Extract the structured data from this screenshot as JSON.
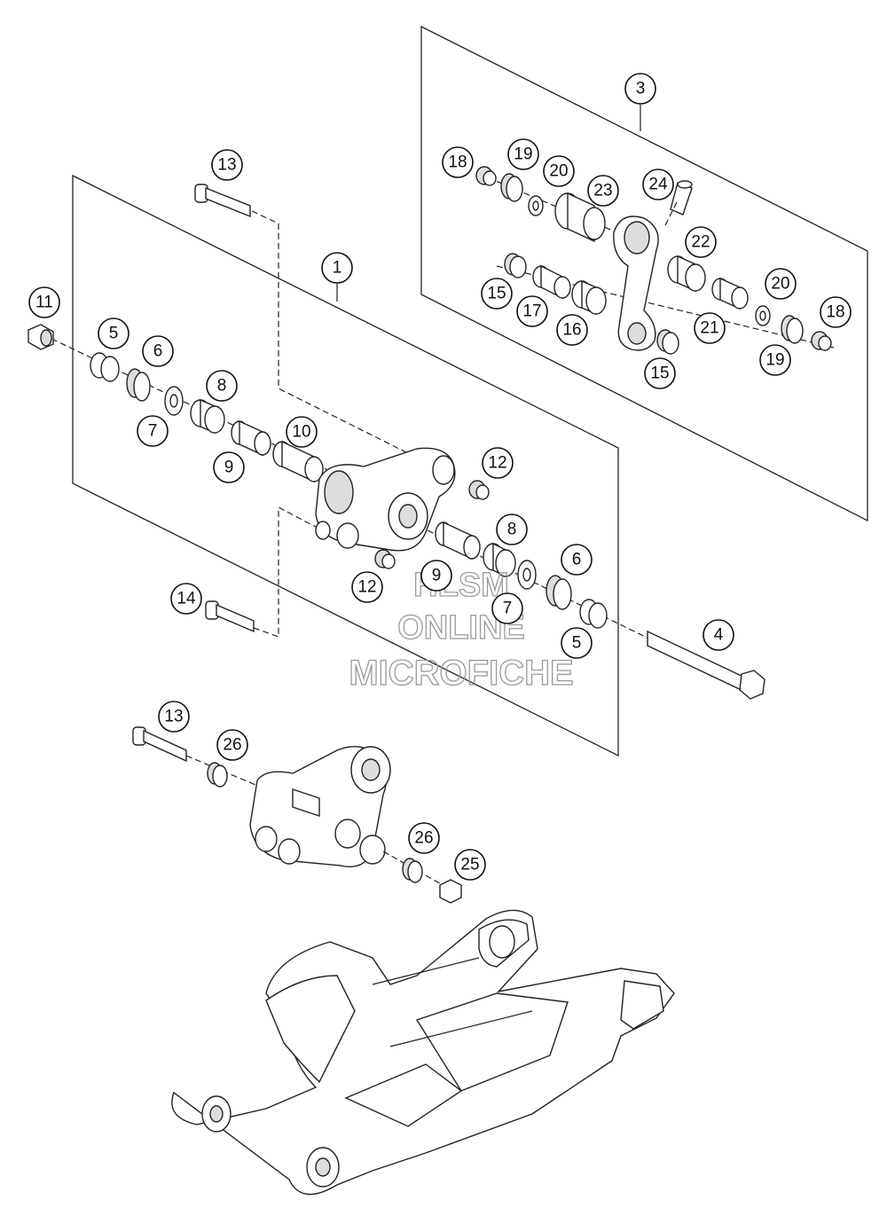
{
  "watermark": {
    "line1": "HLSM",
    "line2": "ONLINE",
    "line3": "MICROFICHE"
  },
  "callouts": [
    {
      "id": "c1",
      "label": "1"
    },
    {
      "id": "c3",
      "label": "3"
    },
    {
      "id": "c4",
      "label": "4"
    },
    {
      "id": "c5a",
      "label": "5"
    },
    {
      "id": "c5b",
      "label": "5"
    },
    {
      "id": "c6a",
      "label": "6"
    },
    {
      "id": "c6b",
      "label": "6"
    },
    {
      "id": "c7a",
      "label": "7"
    },
    {
      "id": "c7b",
      "label": "7"
    },
    {
      "id": "c8a",
      "label": "8"
    },
    {
      "id": "c8b",
      "label": "8"
    },
    {
      "id": "c9a",
      "label": "9"
    },
    {
      "id": "c9b",
      "label": "9"
    },
    {
      "id": "c10",
      "label": "10"
    },
    {
      "id": "c11",
      "label": "11"
    },
    {
      "id": "c12a",
      "label": "12"
    },
    {
      "id": "c12b",
      "label": "12"
    },
    {
      "id": "c13a",
      "label": "13"
    },
    {
      "id": "c13b",
      "label": "13"
    },
    {
      "id": "c14",
      "label": "14"
    },
    {
      "id": "c15a",
      "label": "15"
    },
    {
      "id": "c15b",
      "label": "15"
    },
    {
      "id": "c16",
      "label": "16"
    },
    {
      "id": "c17",
      "label": "17"
    },
    {
      "id": "c18a",
      "label": "18"
    },
    {
      "id": "c18b",
      "label": "18"
    },
    {
      "id": "c19a",
      "label": "19"
    },
    {
      "id": "c19b",
      "label": "19"
    },
    {
      "id": "c20a",
      "label": "20"
    },
    {
      "id": "c20b",
      "label": "20"
    },
    {
      "id": "c21",
      "label": "21"
    },
    {
      "id": "c22",
      "label": "22"
    },
    {
      "id": "c23",
      "label": "23"
    },
    {
      "id": "c24",
      "label": "24"
    },
    {
      "id": "c25",
      "label": "25"
    },
    {
      "id": "c26a",
      "label": "26"
    },
    {
      "id": "c26b",
      "label": "26"
    }
  ]
}
